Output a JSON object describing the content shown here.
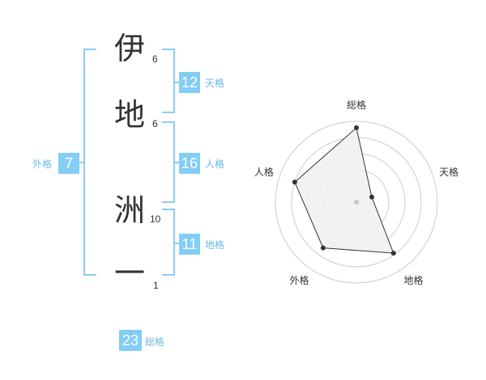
{
  "name": {
    "characters": [
      {
        "char": "伊",
        "strokes": "6"
      },
      {
        "char": "地",
        "strokes": "6"
      },
      {
        "char": "洲",
        "strokes": "10"
      },
      {
        "char": "一",
        "strokes": "1"
      }
    ]
  },
  "fortune": {
    "tenkaku": {
      "value": "12",
      "label": "天格"
    },
    "jinkaku": {
      "value": "16",
      "label": "人格"
    },
    "chikaku": {
      "value": "11",
      "label": "地格"
    },
    "gaikaku": {
      "value": "7",
      "label": "外格"
    },
    "soukaku": {
      "value": "23",
      "label": "総格"
    }
  },
  "chart_data": {
    "type": "radar",
    "axes": [
      "総格",
      "天格",
      "地格",
      "外格",
      "人格"
    ],
    "values": [
      4.6,
      1.0,
      3.9,
      3.5,
      4.0
    ],
    "range": [
      0,
      5
    ],
    "rings": 5,
    "colors": {
      "fill": "#f0f0f0",
      "line": "#333333",
      "grid": "#cccccc",
      "point": "#333333",
      "center": "#c8c8c8"
    }
  },
  "colors": {
    "accent": "#83cdf6",
    "bracket": "#8ecdf2",
    "caption": "#6cb9e6",
    "text": "#333333"
  }
}
